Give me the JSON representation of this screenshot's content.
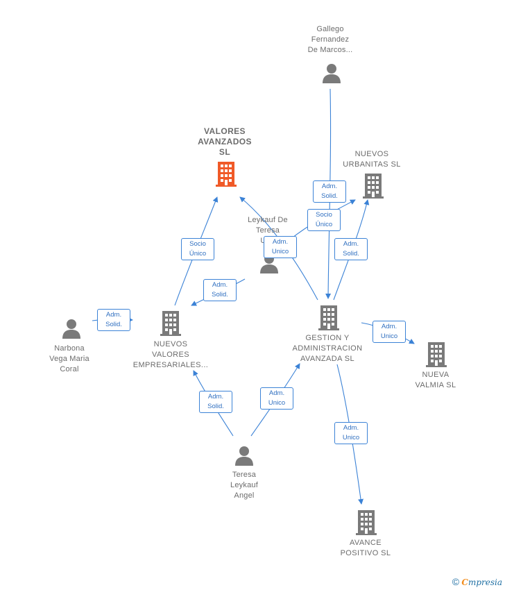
{
  "colors": {
    "edge": "#3b82d6",
    "node": "#7a7a7a",
    "highlight": "#f05a28"
  },
  "nodes": {
    "gallego": {
      "label": "Gallego\nFernandez\nDe Marcos...",
      "kind": "person-icon"
    },
    "valores": {
      "label": "VALORES\nAVANZADOS\nSL",
      "kind": "building-icon"
    },
    "urbanitas": {
      "label": "NUEVOS\nURBANITAS  SL",
      "kind": "building-icon"
    },
    "leykauf_teresa": {
      "label": "Leykauf De\nTeresa\nUr...",
      "kind": "person-icon"
    },
    "narbona": {
      "label": "Narbona\nVega Maria\nCoral",
      "kind": "person-icon"
    },
    "nuevos_valores": {
      "label": "NUEVOS\nVALORES\nEMPRESARIALES...",
      "kind": "building-icon"
    },
    "gestion": {
      "label": "GESTION Y\nADMINISTRACION\nAVANZADA  SL",
      "kind": "building-icon"
    },
    "valmia": {
      "label": "NUEVA\nVALMIA  SL",
      "kind": "building-icon"
    },
    "teresa": {
      "label": "Teresa\nLeykauf\nAngel",
      "kind": "person-icon"
    },
    "avance": {
      "label": "AVANCE\nPOSITIVO  SL",
      "kind": "building-icon"
    }
  },
  "edges": [
    {
      "label": "Adm.\nSolid."
    },
    {
      "label": "Socio\nÚnico"
    },
    {
      "label": "Adm.\nSolid."
    },
    {
      "label": "Socio\nÚnico"
    },
    {
      "label": "Adm.\nUnico"
    },
    {
      "label": "Adm.\nSolid."
    },
    {
      "label": "Adm.\nSolid."
    },
    {
      "label": "Adm.\nUnico"
    },
    {
      "label": "Adm.\nSolid."
    },
    {
      "label": "Adm.\nUnico"
    },
    {
      "label": "Adm.\nUnico"
    }
  ],
  "footer": {
    "copyright": "©",
    "brand_e": "C",
    "brand_rest": "mpresia"
  }
}
